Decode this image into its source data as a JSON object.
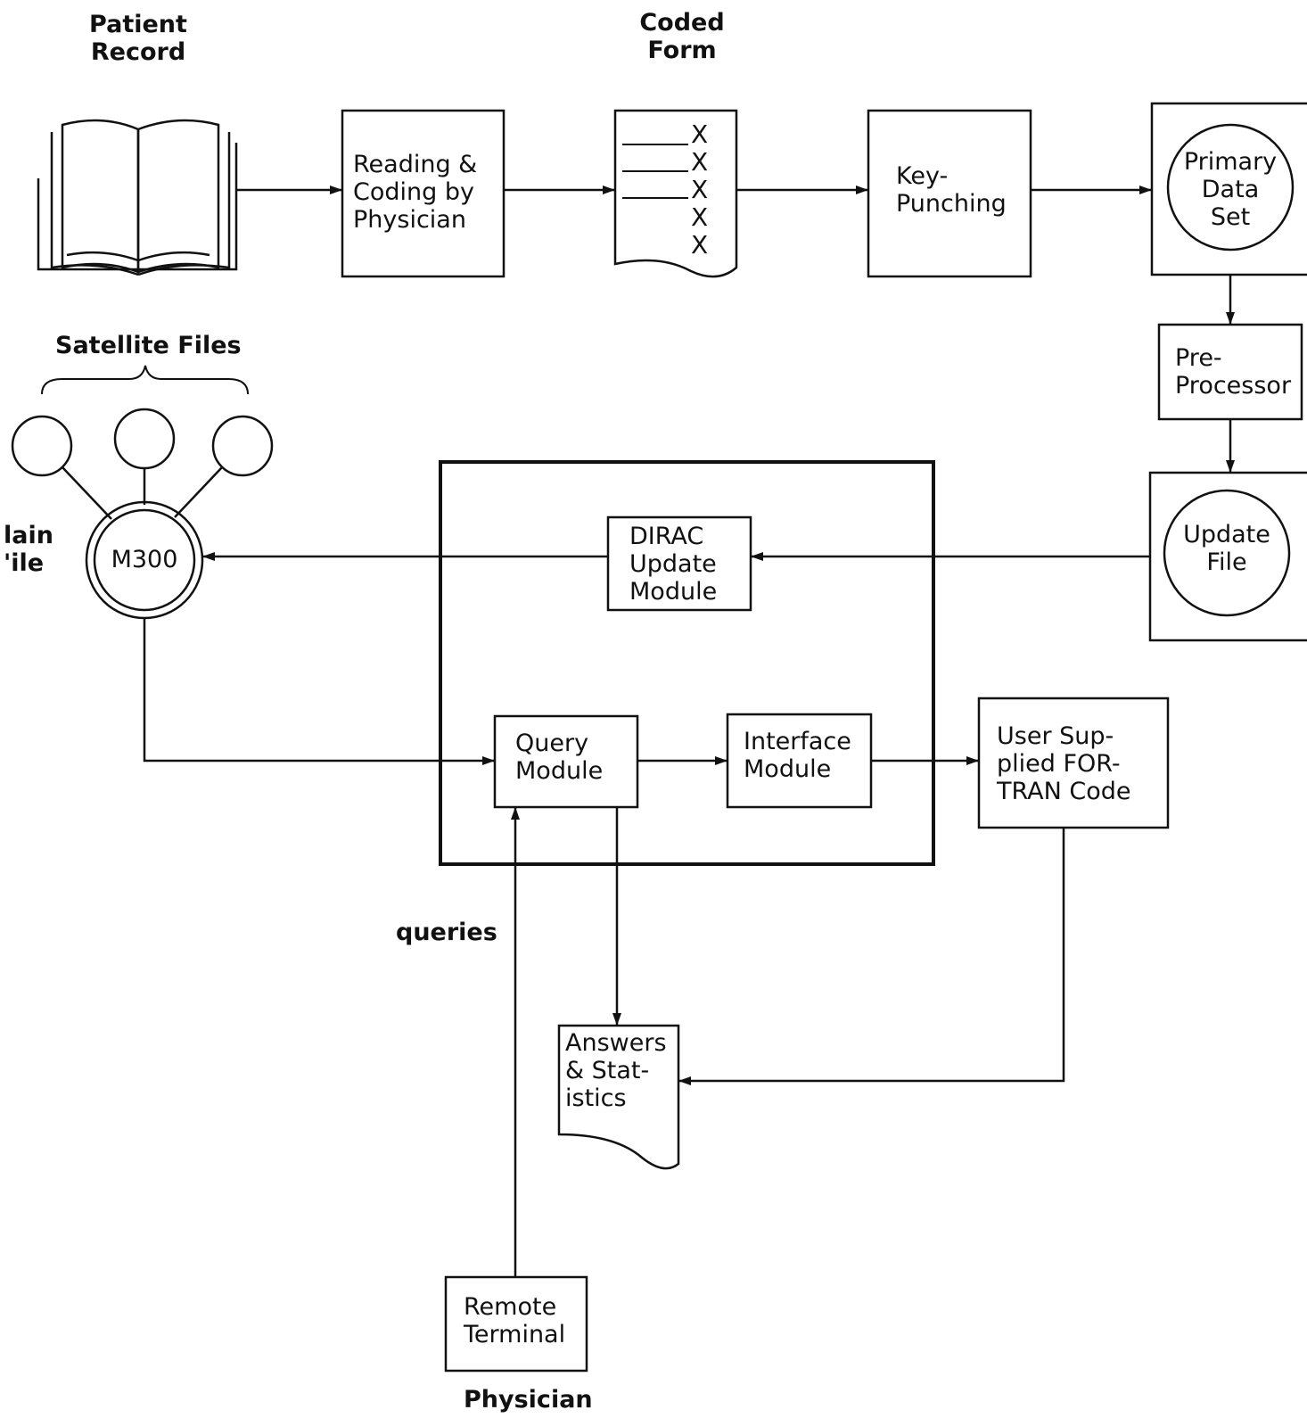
{
  "labels": {
    "patient_record": "Patient\nRecord",
    "coded_form": "Coded\nForm",
    "reading_coding": "Reading &\nCoding by\nPhysician",
    "key_punching": "Key-\nPunching",
    "primary_data_set": "Primary\nData\nSet",
    "pre_processor": "Pre-\nProcessor",
    "update_file": "Update\nFile",
    "dirac_update": "DIRAC\nUpdate\nModule",
    "satellite_files": "Satellite Files",
    "main_file": "lain\n'ile",
    "m300": "M300",
    "query_module": "Query\nModule",
    "interface_module": "Interface\nModule",
    "user_fortran": "User Sup-\nplied FOR-\nTRAN Code",
    "queries": "queries",
    "answers": "Answers\n& Stat-\nistics",
    "remote_terminal": "Remote\nTerminal",
    "physician": "Physician"
  },
  "coded_form_marks": [
    "X",
    "X",
    "X",
    "X",
    "X"
  ]
}
